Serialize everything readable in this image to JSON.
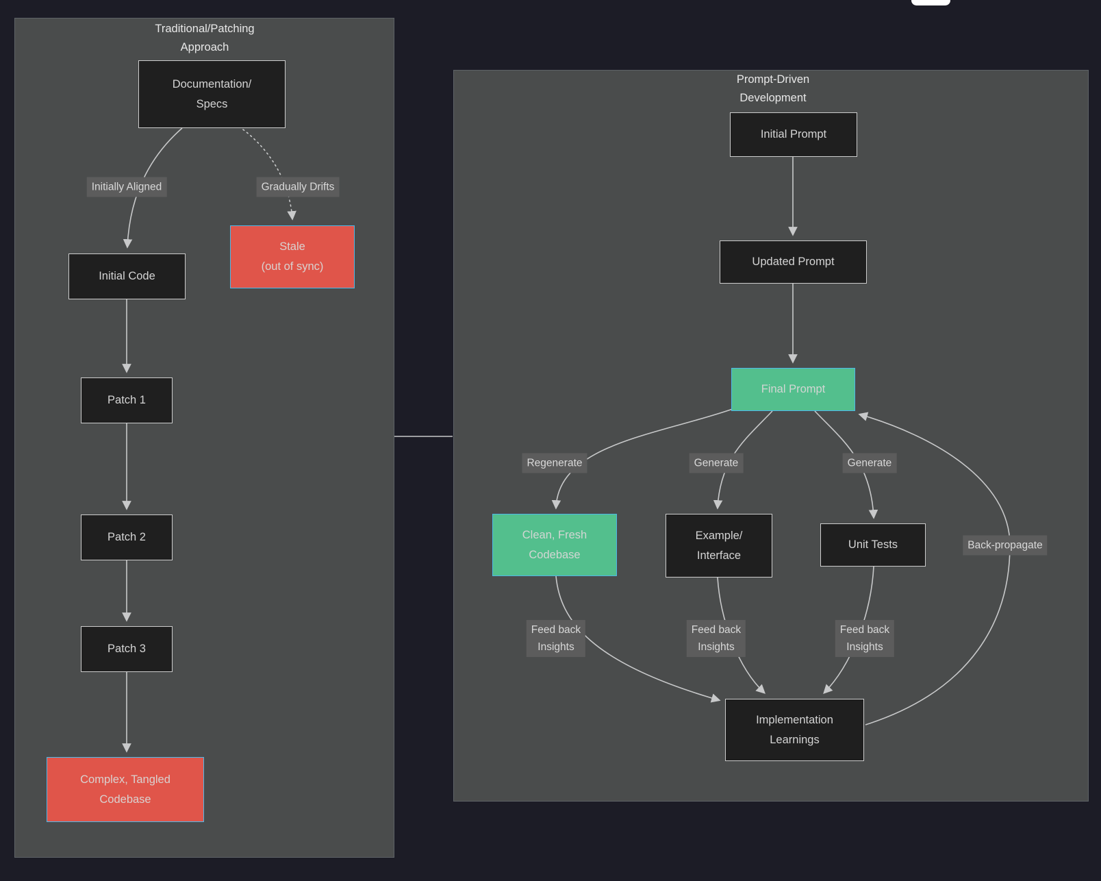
{
  "colors": {
    "background": "#1c1c26",
    "panel_bg": "#4a4c4c",
    "panel_border": "#5e6367",
    "node_dark_bg": "#1f1f1f",
    "node_border": "#cdcdcd",
    "node_red_bg": "#e0554a",
    "node_green_bg": "#53bf8d",
    "accent_border": "#4db8e8",
    "node_text": "#d4d4d4",
    "node_text_on_red": "#d9d2d0",
    "node_text_on_green": "#d2d6d3",
    "edge_label_bg": "#5c5c5c",
    "edge_label_text": "#d9d9d9",
    "edge_line": "#c8c9ca",
    "title_text": "#e8e8e8"
  },
  "left_panel": {
    "title": "Traditional/Patching\nApproach",
    "nodes": {
      "doc_specs": "Documentation/\nSpecs",
      "initial_code": "Initial Code",
      "stale": "Stale\n(out of sync)",
      "patch_1": "Patch 1",
      "patch_2": "Patch 2",
      "patch_3": "Patch 3",
      "complex_codebase": "Complex, Tangled\nCodebase"
    },
    "edge_labels": {
      "initially_aligned": "Initially Aligned",
      "gradually_drifts": "Gradually Drifts"
    }
  },
  "right_panel": {
    "title": "Prompt-Driven\nDevelopment",
    "nodes": {
      "initial_prompt": "Initial Prompt",
      "updated_prompt": "Updated Prompt",
      "final_prompt": "Final Prompt",
      "clean_codebase": "Clean, Fresh\nCodebase",
      "example_interface": "Example/\nInterface",
      "unit_tests": "Unit Tests",
      "implementation_learnings": "Implementation\nLearnings"
    },
    "edge_labels": {
      "regenerate": "Regenerate",
      "generate_example": "Generate",
      "generate_tests": "Generate",
      "back_propagate": "Back-propagate",
      "feedback_clean": "Feed back\nInsights",
      "feedback_example": "Feed back\nInsights",
      "feedback_tests": "Feed back\nInsights"
    }
  }
}
